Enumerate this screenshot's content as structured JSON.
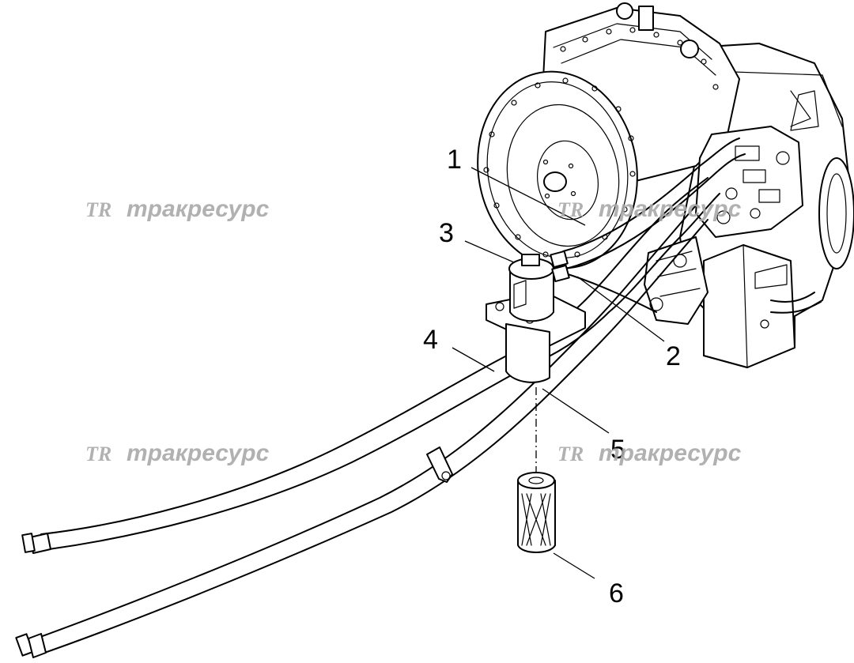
{
  "watermark": {
    "logo": "TR",
    "text": "тракресурс"
  },
  "callouts": [
    {
      "id": "1",
      "label": "1"
    },
    {
      "id": "2",
      "label": "2"
    },
    {
      "id": "3",
      "label": "3"
    },
    {
      "id": "4",
      "label": "4"
    },
    {
      "id": "5",
      "label": "5"
    },
    {
      "id": "6",
      "label": "6"
    }
  ]
}
